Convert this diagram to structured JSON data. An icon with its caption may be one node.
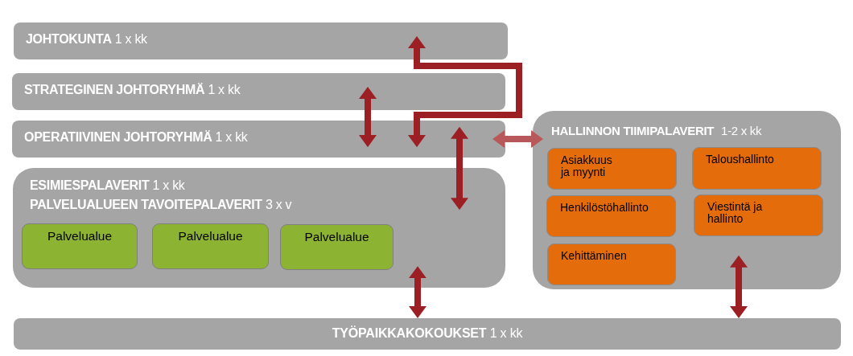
{
  "diagram": {
    "nodes": [
      {
        "text": [
          "**JOHTOKUNTA** 1 x kk"
        ]
      },
      {
        "text": [
          "**STRATEGINEN JOHTORYHMÄ** 1 x kk"
        ]
      },
      {
        "text": [
          "**OPERATIIVINEN JOHTORYHMÄ** 1 x kk"
        ]
      },
      {
        "text": [
          "**ESIMIESPALAVERIT** 1 x kk",
          "**PALVELUALUEEN TAVOITEPALAVERIT** 3 x v"
        ]
      },
      {
        "text": [
          "Palvelualue"
        ],
        "in": 3
      },
      {
        "text": [
          "Palvelualue"
        ],
        "in": 3
      },
      {
        "text": [
          "Palvelualue"
        ],
        "in": 3
      },
      {
        "text": [
          "**HALLINNON TIIMIPALAVERIT** 1-2 x kk"
        ]
      },
      {
        "text": [
          "Asiakkuus ja myynti"
        ],
        "in": 7
      },
      {
        "text": [
          "Taloushallinto"
        ],
        "in": 7
      },
      {
        "text": [
          "Henkilöstöhallinto"
        ],
        "in": 7
      },
      {
        "text": [
          "Viestintä ja hallinto"
        ],
        "in": 7
      },
      {
        "text": [
          "Kehittäminen"
        ],
        "in": 7
      },
      {
        "text": [
          "**TYÖPAIKKAKOKOUKSET** 1 x kk"
        ]
      }
    ],
    "edges": [
      {
        "from": 0,
        "to": 2,
        "arrow": "both"
      },
      {
        "from": 1,
        "to": 2,
        "arrow": "both"
      },
      {
        "from": 2,
        "to": 3,
        "arrow": "both"
      },
      {
        "from": 2,
        "to": 7,
        "arrow": "both",
        "color": "#b9585b"
      },
      {
        "from": 3,
        "to": 13,
        "arrow": "both"
      },
      {
        "from": 7,
        "to": 13,
        "arrow": "both"
      }
    ]
  }
}
